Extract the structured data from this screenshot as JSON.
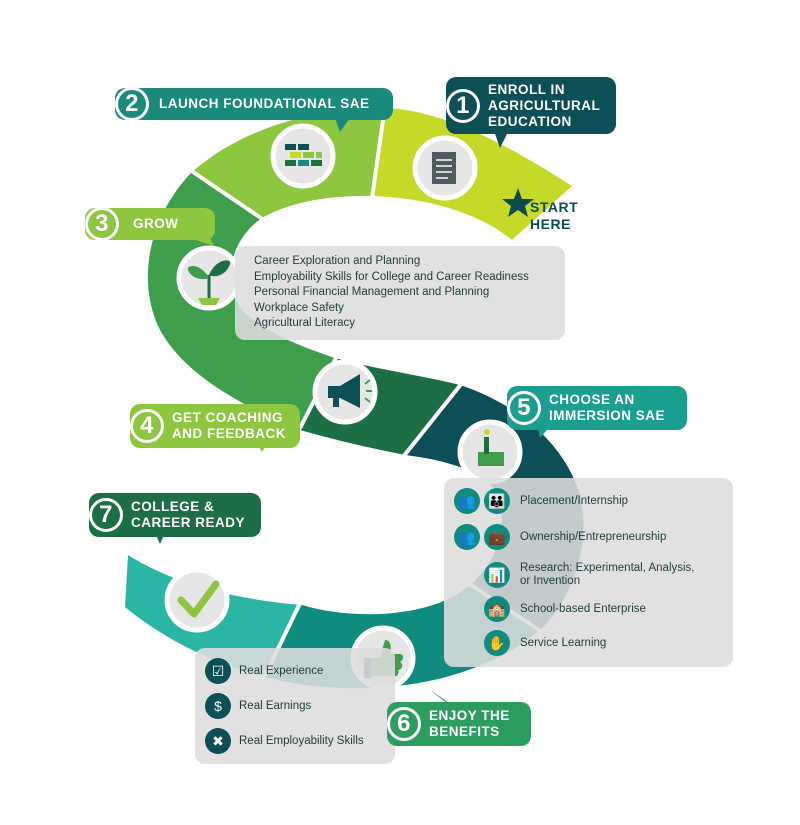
{
  "steps": {
    "s1": {
      "num": "1",
      "line1": "ENROLL IN",
      "line2": "AGRICULTURAL",
      "line3": "EDUCATION"
    },
    "s2": {
      "num": "2",
      "label": "LAUNCH FOUNDATIONAL SAE"
    },
    "s3": {
      "num": "3",
      "label": "GROW"
    },
    "s4": {
      "num": "4",
      "line1": "GET COACHING",
      "line2": "AND FEEDBACK"
    },
    "s5": {
      "num": "5",
      "line1": "CHOOSE AN",
      "line2": "IMMERSION SAE"
    },
    "s6": {
      "num": "6",
      "line1": "ENJOY THE",
      "line2": "BENEFITS"
    },
    "s7": {
      "num": "7",
      "line1": "COLLEGE &",
      "line2": "CAREER READY"
    }
  },
  "start": {
    "line1": "START",
    "line2": "HERE"
  },
  "grow_list": [
    "Career Exploration and Planning",
    "Employability Skills for College and Career Readiness",
    "Personal Financial Management and Planning",
    "Workplace Safety",
    "Agricultural Literacy"
  ],
  "immersion_list": [
    {
      "label": "Placement/Internship",
      "icon": "people-icon"
    },
    {
      "label": "Ownership/Entrepreneurship",
      "icon": "briefcase-icon"
    },
    {
      "label": "Research: Experimental, Analysis,",
      "label2": "or Invention",
      "icon": "chart-icon"
    },
    {
      "label": "School-based Enterprise",
      "icon": "school-icon"
    },
    {
      "label": "Service Learning",
      "icon": "hand-icon"
    }
  ],
  "benefits_list": [
    {
      "label": "Real Experience",
      "icon": "checklist-icon"
    },
    {
      "label": "Real Earnings",
      "icon": "money-bag-icon"
    },
    {
      "label": "Real Employability Skills",
      "icon": "tools-icon"
    }
  ],
  "colors": {
    "lime": "#c5d929",
    "light_green": "#8dc63f",
    "mid_green": "#3f9e4c",
    "dark_green": "#1c6e45",
    "dark_teal": "#0d4f56",
    "teal": "#0f8b80",
    "aqua": "#2bb5a4",
    "navy_teal": "#0b4d4f"
  }
}
